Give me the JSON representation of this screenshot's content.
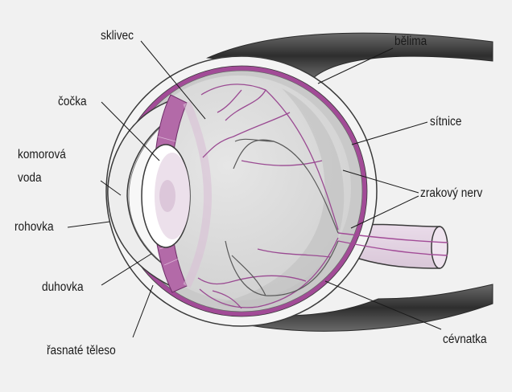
{
  "diagram": {
    "labels": {
      "sklivec": "sklivec",
      "belima": "bělima",
      "cocka": "čočka",
      "sitnice": "sítnice",
      "komorova_line1": "komorová",
      "komorova_line2": "voda",
      "zrakovy_nerv": "zrakový nerv",
      "rohovka": "rohovka",
      "duhovka": "duhovka",
      "cevnatka": "cévnatka",
      "rasnate": "řasnaté těleso"
    },
    "colors": {
      "background": "#f1f1f1",
      "outline": "#3a3a3a",
      "sclera": "#f3f3f3",
      "choroid": "#a24b97",
      "retina": "#c7c7c7",
      "vitreous": "#d9d9d9",
      "iris": "#b36aa8",
      "vessel": "#9a4a92",
      "nerve_vessel": "#555555",
      "muscle": "#4a4a4a"
    }
  }
}
